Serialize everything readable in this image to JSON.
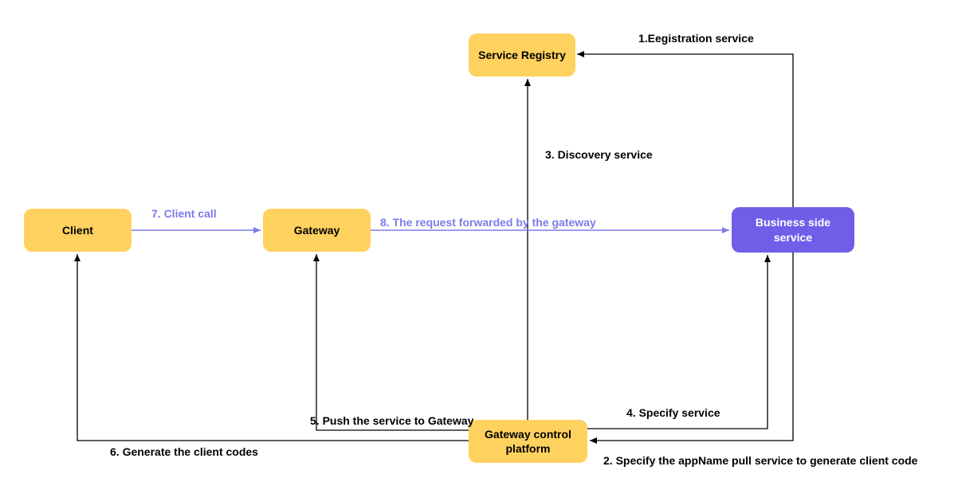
{
  "nodes": {
    "service_registry": {
      "label": "Service Registry"
    },
    "client": {
      "label": "Client"
    },
    "gateway": {
      "label": "Gateway"
    },
    "business_service": {
      "label": "Business side service"
    },
    "gateway_control": {
      "label": "Gateway control platform"
    }
  },
  "edges": {
    "e1": {
      "label": "1.Eegistration service",
      "from": "business_service",
      "to": "service_registry"
    },
    "e2": {
      "label": "2. Specify the appName pull service to generate client code",
      "from": "business_service",
      "to": "gateway_control"
    },
    "e3": {
      "label": "3. Discovery service",
      "from": "gateway_control",
      "to": "service_registry"
    },
    "e4": {
      "label": "4. Specify service",
      "from": "gateway_control",
      "to": "business_service"
    },
    "e5": {
      "label": "5. Push the service to Gateway",
      "from": "gateway_control",
      "to": "gateway"
    },
    "e6": {
      "label": "6. Generate the client codes",
      "from": "gateway_control",
      "to": "client"
    },
    "e7": {
      "label": "7. Client call",
      "from": "client",
      "to": "gateway"
    },
    "e8": {
      "label": "8. The request forwarded by the gateway",
      "from": "gateway",
      "to": "business_service"
    }
  },
  "colors": {
    "node_yellow": "#FFD15F",
    "node_purple": "#6F5FE8",
    "edge_purple": "#7E7BEA",
    "edge_black": "#000000",
    "background": "#FFFFFF"
  }
}
